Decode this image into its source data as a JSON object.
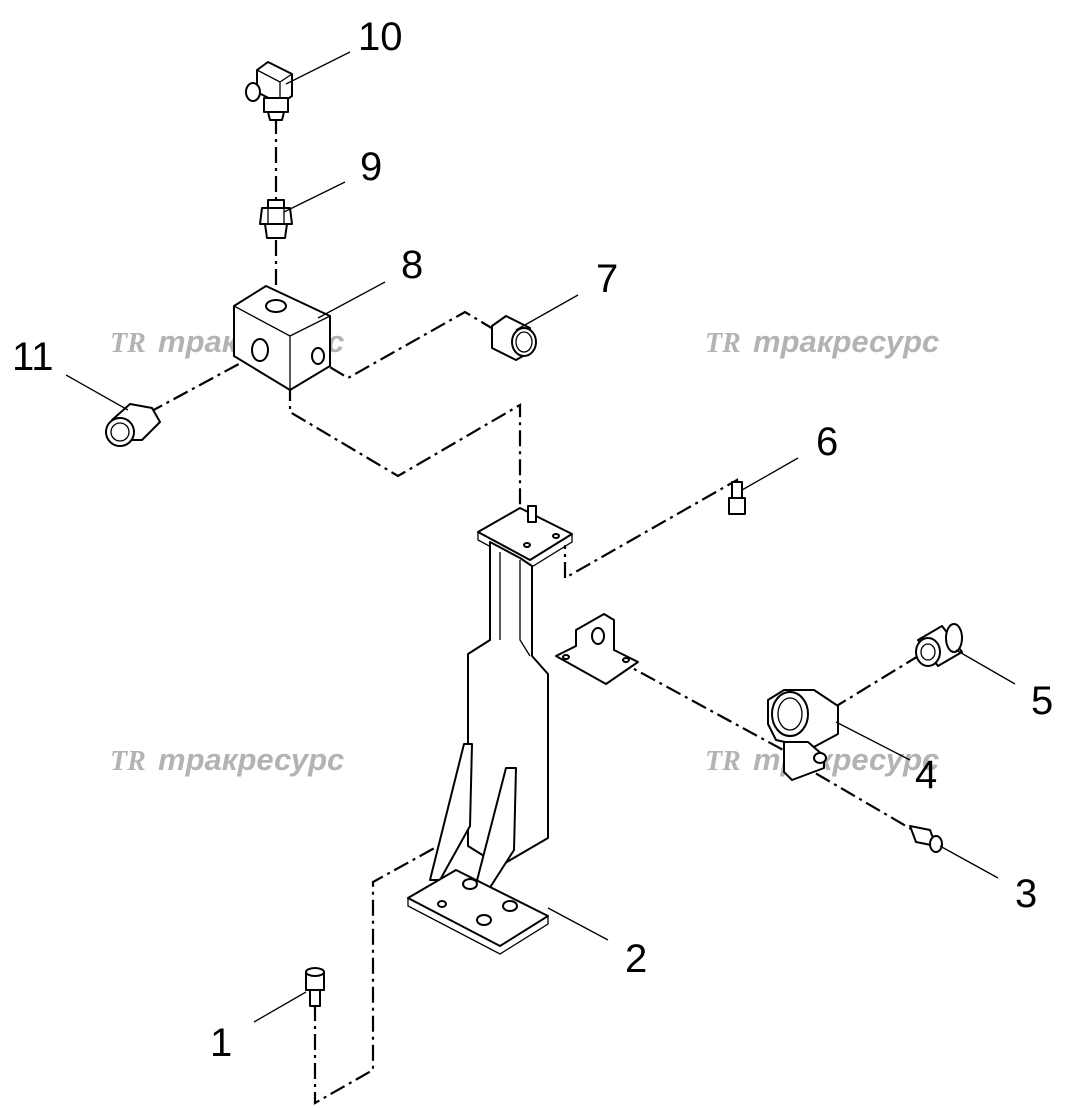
{
  "watermark": {
    "logo": "TR",
    "text": "тракресурс"
  },
  "callouts": {
    "c1": "1",
    "c2": "2",
    "c3": "3",
    "c4": "4",
    "c5": "5",
    "c6": "6",
    "c7": "7",
    "c8": "8",
    "c9": "9",
    "c10": "10",
    "c11": "11"
  }
}
